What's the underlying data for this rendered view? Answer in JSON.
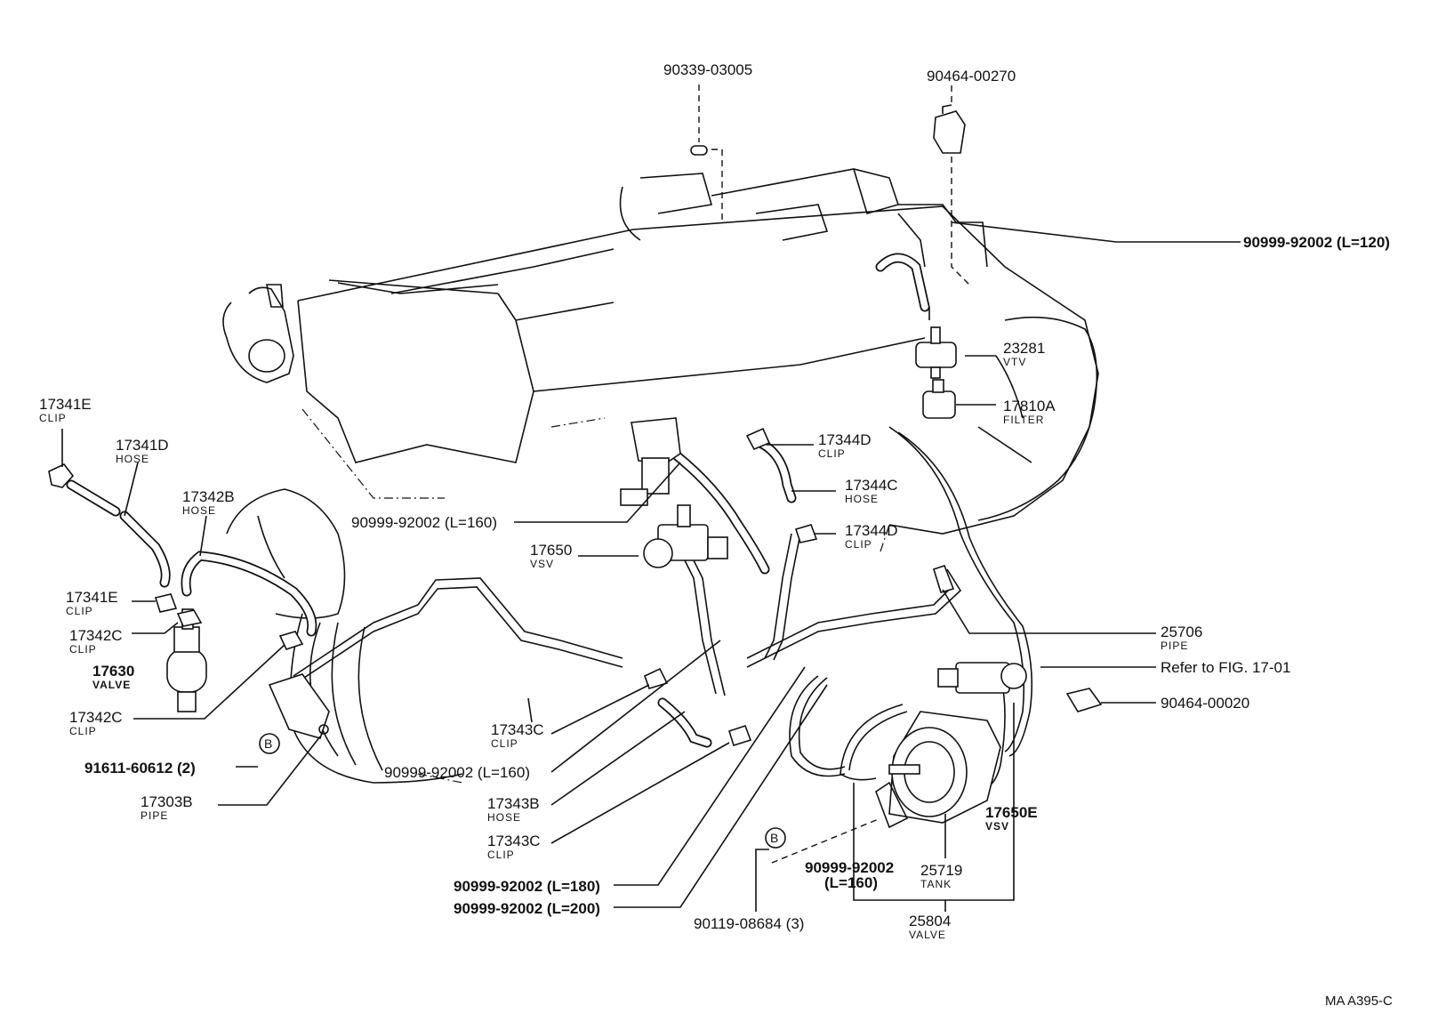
{
  "labels": {
    "p90339": "90339-03005",
    "p90464a": "90464-00270",
    "p90999_120": "90999-92002 (L=120)",
    "p23281": "23281",
    "p23281_sub": "VTV",
    "p17810": "17810A",
    "p17810_sub": "FILTER",
    "p17341e_top": "17341E",
    "p17341e_top_sub": "CLIP",
    "p17341d": "17341D",
    "p17341d_sub": "HOSE",
    "p17342b": "17342B",
    "p17342b_sub": "HOSE",
    "p17344d_top": "17344D",
    "p17344d_top_sub": "CLIP",
    "p17344c": "17344C",
    "p17344c_sub": "HOSE",
    "p90999_160a": "90999-92002 (L=160)",
    "p17650": "17650",
    "p17650_sub": "VSV",
    "p17344d_bot": "17344D",
    "p17344d_bot_sub": "CLIP",
    "p17341e_bot": "17341E",
    "p17341e_bot_sub": "CLIP",
    "p17342c_top": "17342C",
    "p17342c_top_sub": "CLIP",
    "p17630": "17630",
    "p17630_sub": "VALVE",
    "p17342c_bot": "17342C",
    "p17342c_bot_sub": "CLIP",
    "p25706": "25706",
    "p25706_sub": "PIPE",
    "p_ref": "Refer to FIG. 17-01",
    "p90464b": "90464-00020",
    "p91611": "91611-60612 (2)",
    "p17303b": "17303B",
    "p17303b_sub": "PIPE",
    "p17343c_top": "17343C",
    "p17343c_top_sub": "CLIP",
    "p90999_160b": "90999-92002 (L=160)",
    "p17343b": "17343B",
    "p17343b_sub": "HOSE",
    "p17343c_bot": "17343C",
    "p17343c_bot_sub": "CLIP",
    "p90999_180": "90999-92002 (L=180)",
    "p90999_200": "90999-92002 (L=200)",
    "p90119": "90119-08684 (3)",
    "p17650e": "17650E",
    "p17650e_sub": "VSV",
    "p90999_160c_a": "90999-92002",
    "p90999_160c_b": "(L=160)",
    "p25719": "25719",
    "p25719_sub": "TANK",
    "p25804": "25804",
    "p25804_sub": "VALVE",
    "marker_b": "B",
    "figure_code": "MA  A395-C"
  },
  "colors": {
    "ink": "#111111",
    "paper": "#ffffff"
  }
}
